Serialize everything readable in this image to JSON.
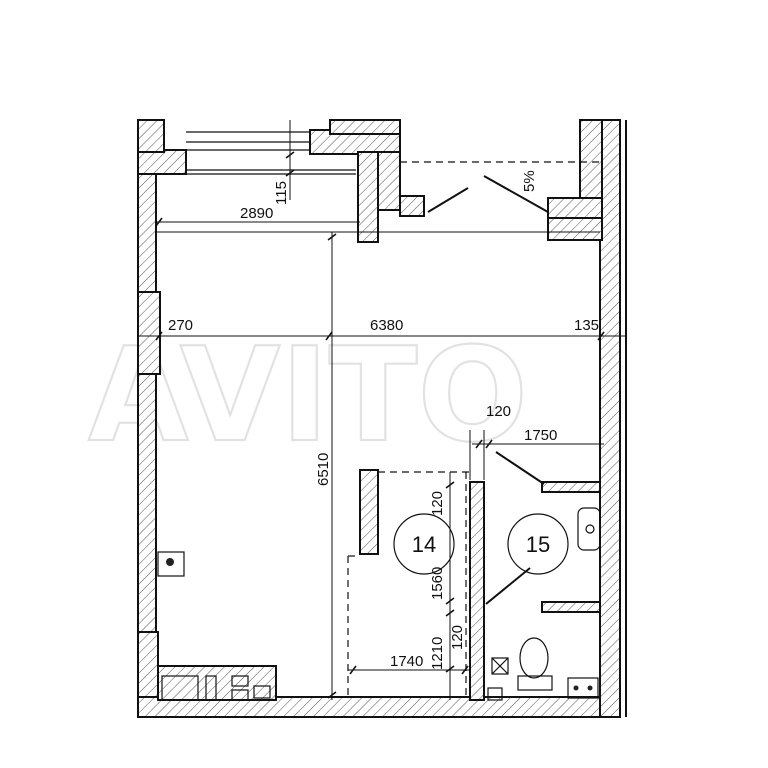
{
  "watermark": "AVITO",
  "dimensions": {
    "d2890": "2890",
    "d115": "115",
    "d270": "270",
    "d6380": "6380",
    "d135": "135",
    "d120_top": "120",
    "d1750": "1750",
    "d6510": "6510",
    "d1740": "1740",
    "v120_a": "120",
    "v1560": "1560",
    "v1210": "1210",
    "v120_b": "120"
  },
  "annotations": {
    "slope": "5%"
  },
  "rooms": [
    {
      "number": "14"
    },
    {
      "number": "15"
    }
  ]
}
